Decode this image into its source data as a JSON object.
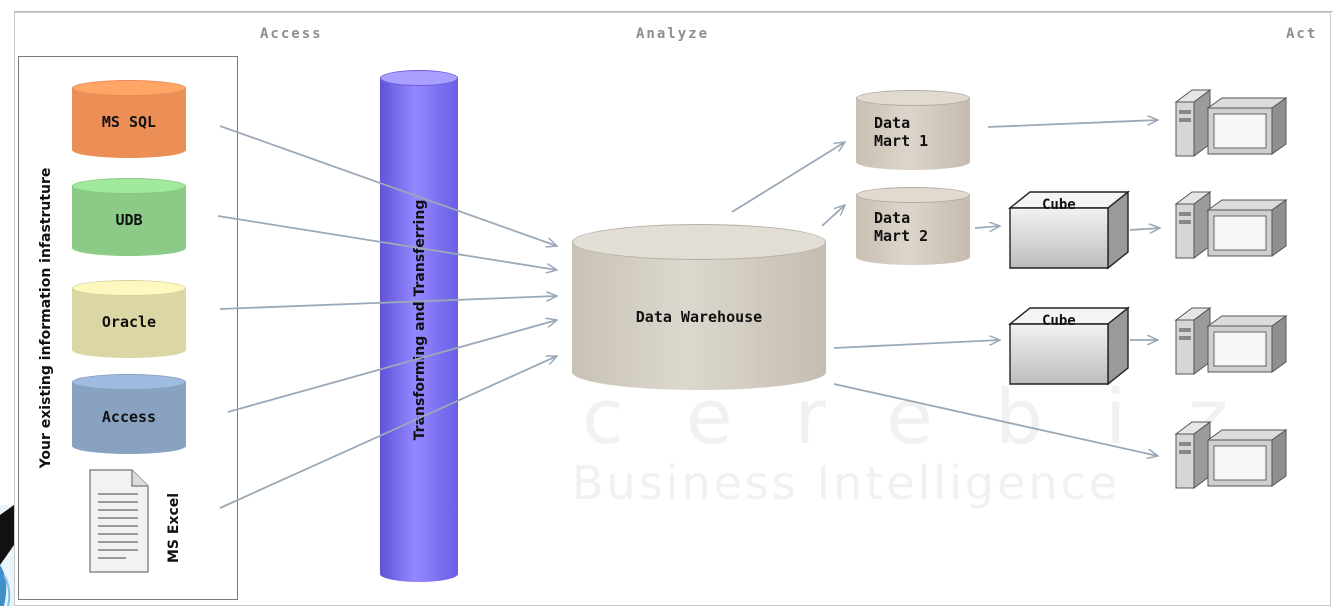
{
  "phases": {
    "access": "Access",
    "analyze": "Analyze",
    "act": "Act"
  },
  "source_box_label": "Your existing information infastruture",
  "sources": [
    {
      "name": "MS SQL",
      "color": "#f2935a"
    },
    {
      "name": "UDB",
      "color": "#8fd18b"
    },
    {
      "name": "Oracle",
      "color": "#e2deaa"
    },
    {
      "name": "Access",
      "color": "#8ea7c8"
    }
  ],
  "excel_label": "MS Excel",
  "etl_label": "Transforming and Transferring",
  "warehouse_label": "Data Warehouse",
  "marts": [
    {
      "name": "Data\nMart 1"
    },
    {
      "name": "Data\nMart 2"
    }
  ],
  "cube_label": "Cube",
  "watermark": {
    "line1": "cerebiz",
    "line2": "Business Intelligence"
  },
  "colors": {
    "etl": "#7b6cf0",
    "warehouse": "#d4cfc4",
    "mart": "#d6cdc2",
    "arrow": "#9aa9b8"
  }
}
